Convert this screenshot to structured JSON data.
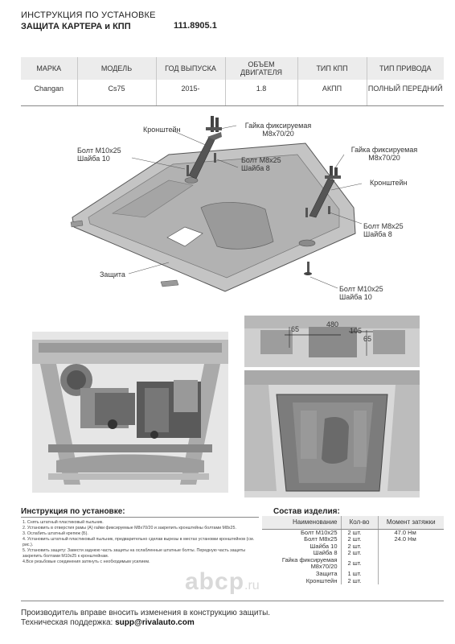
{
  "header": {
    "title_line1": "ИНСТРУКЦИЯ ПО УСТАНОВКЕ",
    "title_line2": "ЗАЩИТА КАРТЕРА и КПП",
    "part_number": "111.8905.1"
  },
  "spec_table": {
    "headers": [
      "МАРКА",
      "МОДЕЛЬ",
      "ГОД ВЫПУСКА",
      "ОБЪЕМ ДВИГАТЕЛЯ",
      "ТИП КПП",
      "ТИП ПРИВОДА"
    ],
    "values": [
      "Changan",
      "Cs75",
      "2015-",
      "1.8",
      "АКПП",
      "ПОЛНЫЙ ПЕРЕДНИЙ"
    ]
  },
  "diagram_labels": {
    "bracket_left": "Кронштейн",
    "nut_left": "Гайка фиксируемая M8x70/20",
    "bolt_m10_left": "Болт M10x25 Шайба 10",
    "bolt_m8_center": "Болт M8x25 Шайба 8",
    "nut_right": "Гайка фиксируемая M8x70/20",
    "bracket_right": "Кронштейн",
    "bolt_m8_right": "Болт M8x25 Шайба 8",
    "guard": "Защита",
    "bolt_m10_right": "Болт M10x25 Шайба 10"
  },
  "photo_labels": {
    "dim_65_left": "65",
    "dim_480": "480",
    "dim_105": "105",
    "dim_65_right": "65"
  },
  "instructions": {
    "title": "Инструкция по установке:",
    "steps": [
      "1. Снять штатный пластиковый пыльник.",
      "2. Установить в отверстия рамы (А) гайки фиксируемые M8x70/20 и закрепить кронштейны болтами M8x25.",
      "3. Ослабить штатный крепеж (Б).",
      "4. Установить штатный пластиковый пыльник, предварительно сделав вырезы в местах установки кронштейнов (см. рис.).",
      "5. Установить защиту: Завести заднюю часть защиты на ослабленные штатные болты. Передную часть защиты закрепить болтами M10x25 к кронштейнам.",
      "4.Все резьбовые соединения затянуть с необходимым усилием."
    ]
  },
  "kit": {
    "title": "Состав изделия:",
    "headers": [
      "Наименование",
      "Кол-во",
      "Момент затяжки"
    ],
    "rows": [
      {
        "name": "Болт M10x25",
        "qty": "2 шт.",
        "torque": "47.0 Нм"
      },
      {
        "name": "Болт M8x25",
        "qty": "2 шт.",
        "torque": "24.0 Нм"
      },
      {
        "name": "Шайба 10",
        "qty": "2 шт.",
        "torque": ""
      },
      {
        "name": "Шайба 8",
        "qty": "2 шт.",
        "torque": ""
      },
      {
        "name": "Гайка фиксируемая M8x70/20",
        "qty": "2 шт.",
        "torque": ""
      },
      {
        "name": "Защита",
        "qty": "1 шт.",
        "torque": ""
      },
      {
        "name": "Кронштейн",
        "qty": "2 шт.",
        "torque": ""
      }
    ]
  },
  "watermark": {
    "brand": "abcp",
    "tld": ".ru"
  },
  "footer": {
    "line1": "Производитель вправе вносить изменения в конструкцию защиты.",
    "support_label": "Техническая поддержка:",
    "support_email": "supp@rivalauto.com"
  },
  "colors": {
    "header_bg": "#ececec",
    "guard_fill": "#bfbfbf",
    "watermark": "#dcdcdc"
  }
}
